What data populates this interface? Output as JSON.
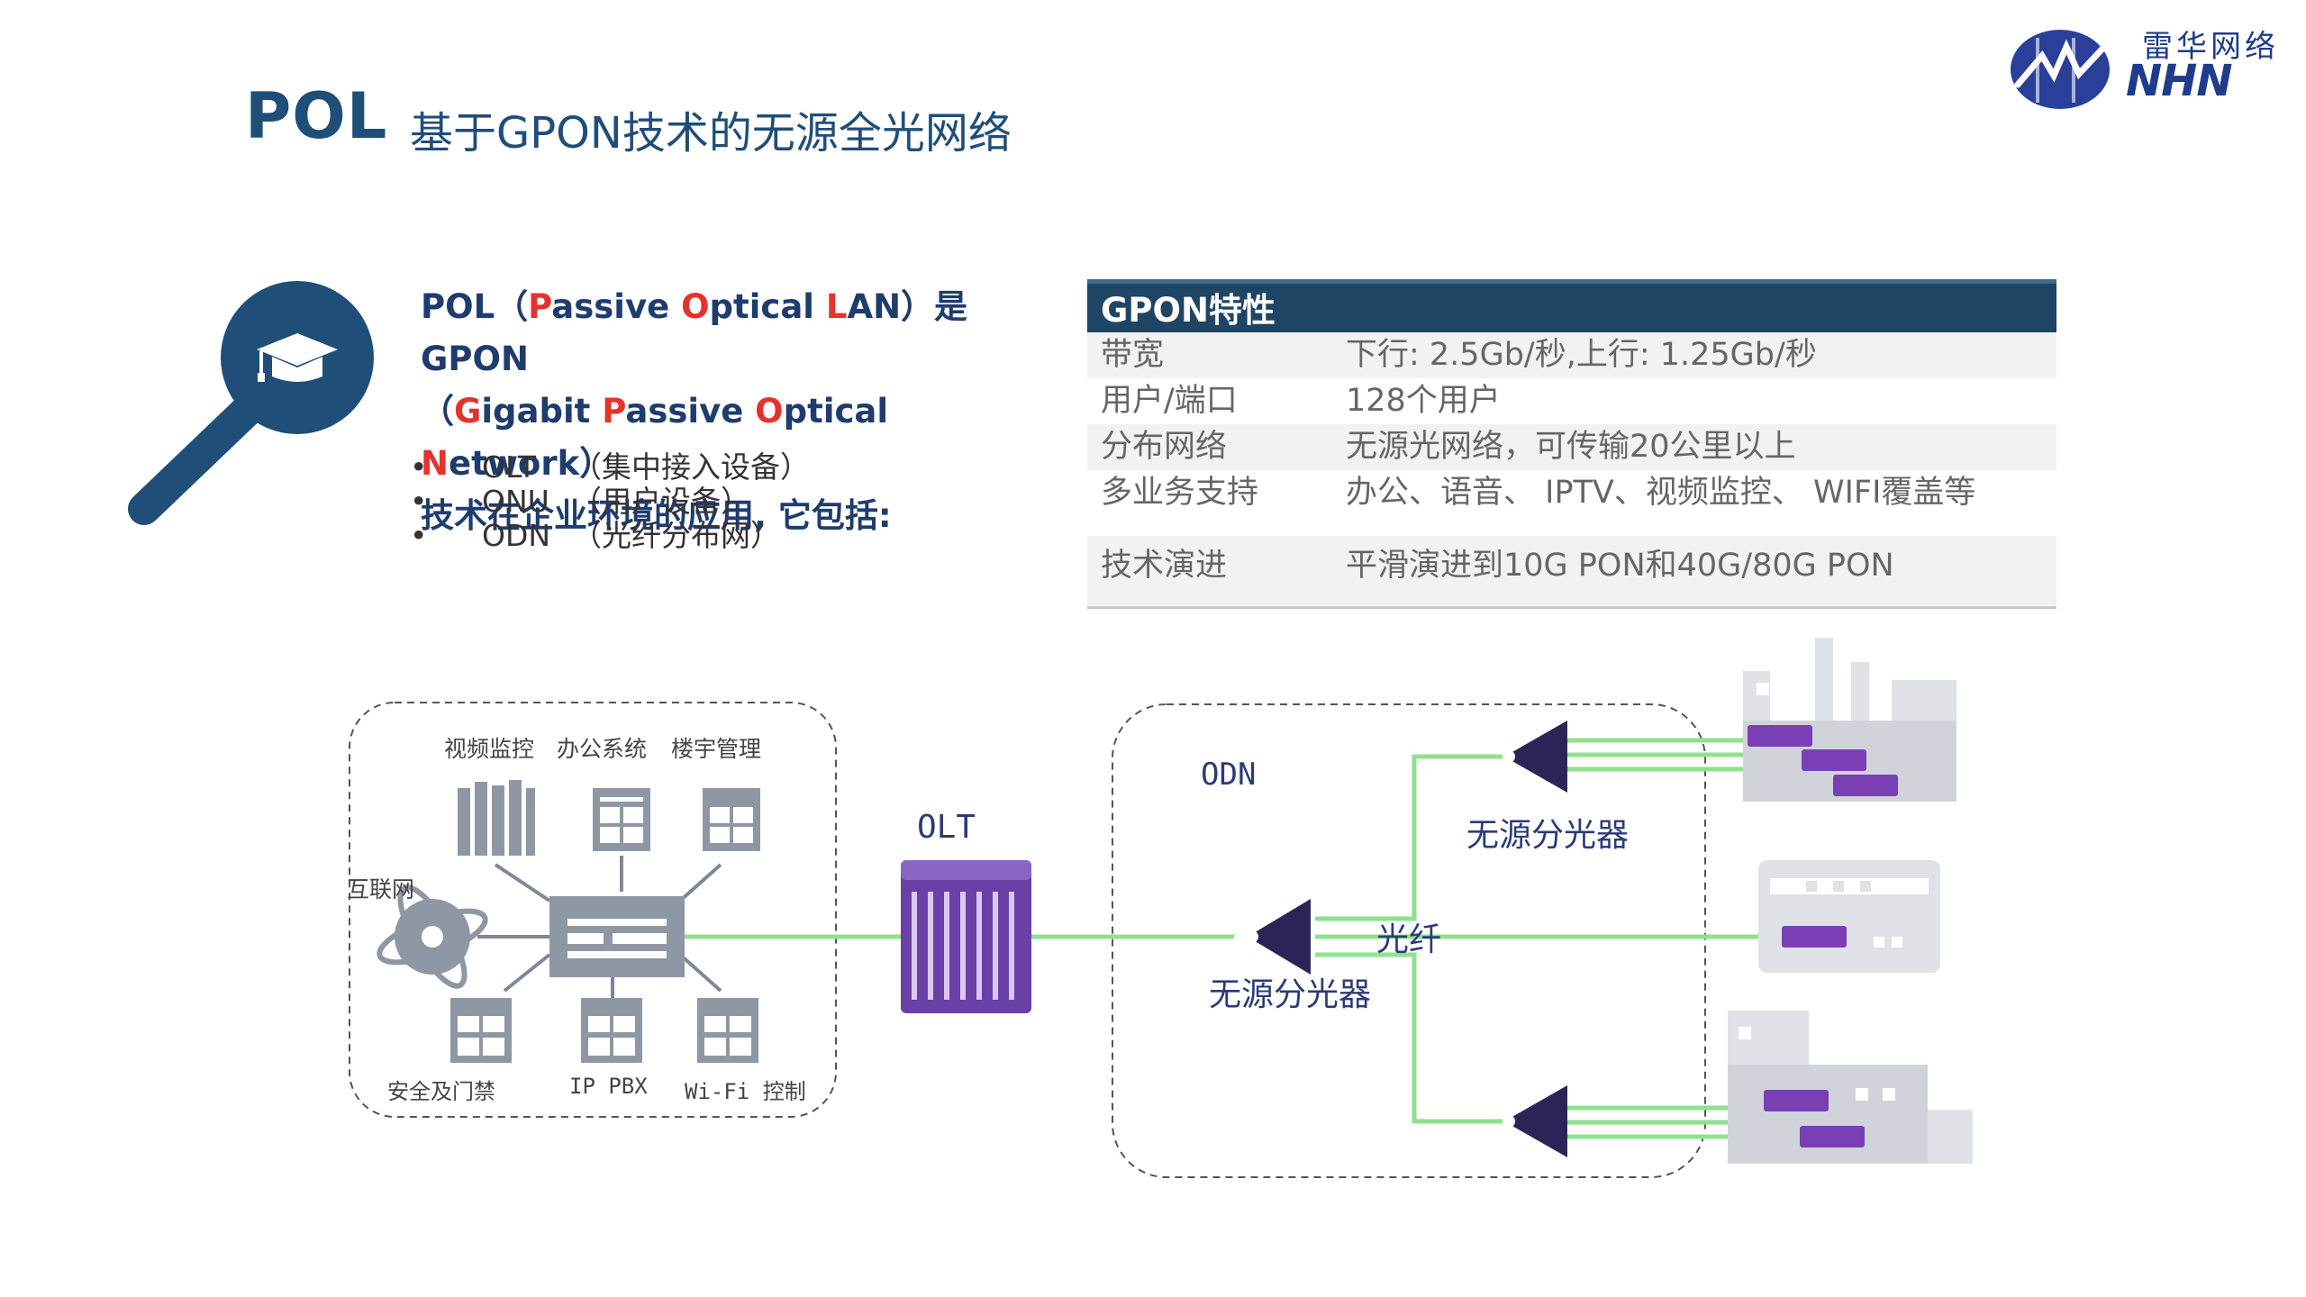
{
  "header": {
    "title": "POL",
    "subtitle": "基于GPON技术的无源全光网络"
  },
  "logo": {
    "cn": "雷华网络",
    "en": "NHN"
  },
  "intro": {
    "line1_a": "POL（",
    "line1_P": "P",
    "line1_b": "assive ",
    "line1_O": "O",
    "line1_c": "ptical ",
    "line1_L": "L",
    "line1_d": "AN）是GPON",
    "line2_a": "（",
    "line2_G": "G",
    "line2_b": "igabit ",
    "line2_P": "P",
    "line2_c": "assive ",
    "line2_O": "O",
    "line2_d": "ptical ",
    "line2_N": "N",
    "line2_e": "etwork）",
    "line3": "技术在企业环境的应用, 它包括:"
  },
  "bullets": [
    {
      "dot": "•",
      "key": "OLT",
      "desc": "（集中接入设备）"
    },
    {
      "dot": "•",
      "key": "ONU",
      "desc": "（用户设备）"
    },
    {
      "dot": "•",
      "key": "ODN",
      "desc": "（光纤分布网）"
    }
  ],
  "table": {
    "header": "GPON特性",
    "rows": [
      {
        "name": "带宽",
        "value": "下行: 2.5Gb/秒,上行: 1.25Gb/秒"
      },
      {
        "name": "用户/端口",
        "value": "128个用户"
      },
      {
        "name": "分布网络",
        "value": "无源光网络，可传输20公里以上"
      },
      {
        "name": "多业务支持",
        "value": "办公、语音、  IPTV、视频监控、 WIFI覆盖等"
      },
      {
        "name": "技术演进",
        "value": "平滑演进到10G PON和40G/80G PON"
      }
    ]
  },
  "diagram": {
    "services_top": [
      "视频监控",
      "办公系统",
      "楼宇管理"
    ],
    "services_bottom": [
      "安全及门禁",
      "IP PBX",
      "Wi-Fi 控制"
    ],
    "internet": "互联网",
    "olt": "OLT",
    "odn": "ODN",
    "splitter_1": "无源分光器",
    "splitter_2": "无源分光器",
    "fiber": "光纤"
  },
  "colors": {
    "brand_blue": "#1f4e79",
    "accent_red": "#e6322d",
    "fiber_green": "#8ee28e",
    "olt_purple": "#6b3fa8",
    "splitter_navy": "#2b2557",
    "device_gray": "#8e98a4"
  }
}
